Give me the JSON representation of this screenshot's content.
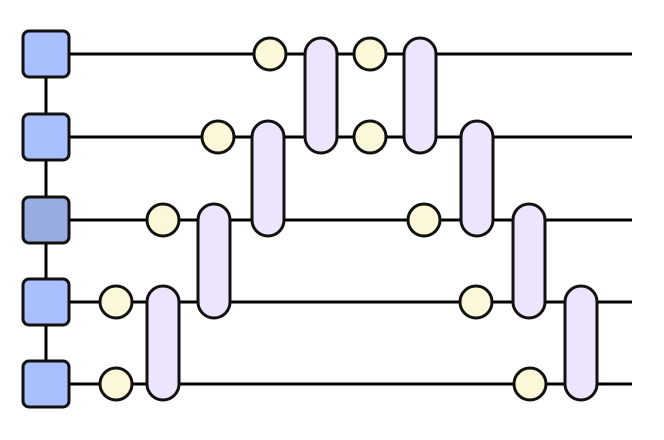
{
  "diagram": {
    "type": "quantum-circuit",
    "qubit_count": 5,
    "qubits": [
      {
        "index": 0,
        "highlight": false
      },
      {
        "index": 1,
        "highlight": false
      },
      {
        "index": 2,
        "highlight": true
      },
      {
        "index": 3,
        "highlight": false
      },
      {
        "index": 4,
        "highlight": false
      }
    ],
    "single_qubit_gates": [
      {
        "qubit": 0,
        "step": 5
      },
      {
        "qubit": 0,
        "step": 7
      },
      {
        "qubit": 1,
        "step": 4
      },
      {
        "qubit": 1,
        "step": 7
      },
      {
        "qubit": 2,
        "step": 3
      },
      {
        "qubit": 2,
        "step": 8
      },
      {
        "qubit": 3,
        "step": 1
      },
      {
        "qubit": 3,
        "step": 9
      },
      {
        "qubit": 4,
        "step": 1
      },
      {
        "qubit": 4,
        "step": 10
      }
    ],
    "two_qubit_gates": [
      {
        "qubits": [
          3,
          4
        ],
        "step": 2
      },
      {
        "qubits": [
          2,
          3
        ],
        "step": 3
      },
      {
        "qubits": [
          1,
          2
        ],
        "step": 4
      },
      {
        "qubits": [
          0,
          1
        ],
        "step": 5
      },
      {
        "qubits": [
          0,
          1
        ],
        "step": 7
      },
      {
        "qubits": [
          1,
          2
        ],
        "step": 8
      },
      {
        "qubits": [
          2,
          3
        ],
        "step": 9
      },
      {
        "qubits": [
          3,
          4
        ],
        "step": 10
      }
    ],
    "colors": {
      "wire": "#000000",
      "qubit_fill": "#a9c0ff",
      "qubit_fill_highlight": "#98ace0",
      "single_gate_fill": "#fdf7d9",
      "two_gate_fill": "#ede5fb",
      "stroke": "#111111"
    }
  }
}
